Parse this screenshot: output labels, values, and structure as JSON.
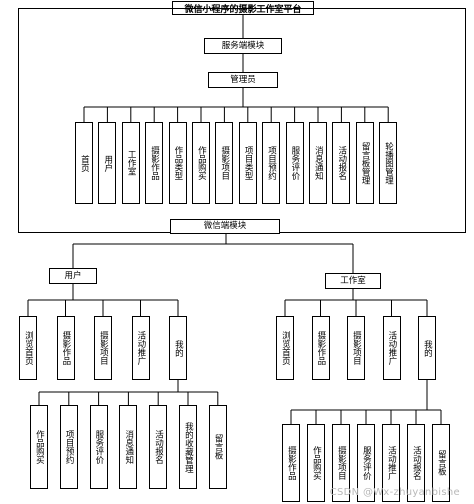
{
  "title": "微信小程序的摄影工作室平台",
  "server": {
    "label": "服务端模块",
    "admin_label": "管理员",
    "items": [
      "首页",
      "用户",
      "工作室",
      "摄影作品",
      "作品类型",
      "作品购买",
      "摄影项目",
      "项目类型",
      "项目预约",
      "服务评价",
      "消息通知",
      "活动报名",
      "留言板管理",
      "轮播图管理"
    ]
  },
  "wechat": {
    "label": "微信端模块",
    "user": {
      "label": "用户",
      "items": [
        "浏览首页",
        "摄影作品",
        "摄影项目",
        "活动推广",
        "我的"
      ],
      "mine_items": [
        "作品购买",
        "项目预约",
        "服务评价",
        "消息通知",
        "活动报名",
        "我的收藏管理",
        "留言板"
      ]
    },
    "studio": {
      "label": "工作室",
      "items": [
        "浏览首页",
        "摄影作品",
        "摄影项目",
        "活动推广",
        "我的"
      ],
      "mine_items": [
        "摄影作品",
        "作品购买",
        "摄影项目",
        "服务评价",
        "活动推广",
        "活动报名",
        "留言板"
      ]
    }
  },
  "watermark": "CSDN @Wx-zhuyanbishe"
}
